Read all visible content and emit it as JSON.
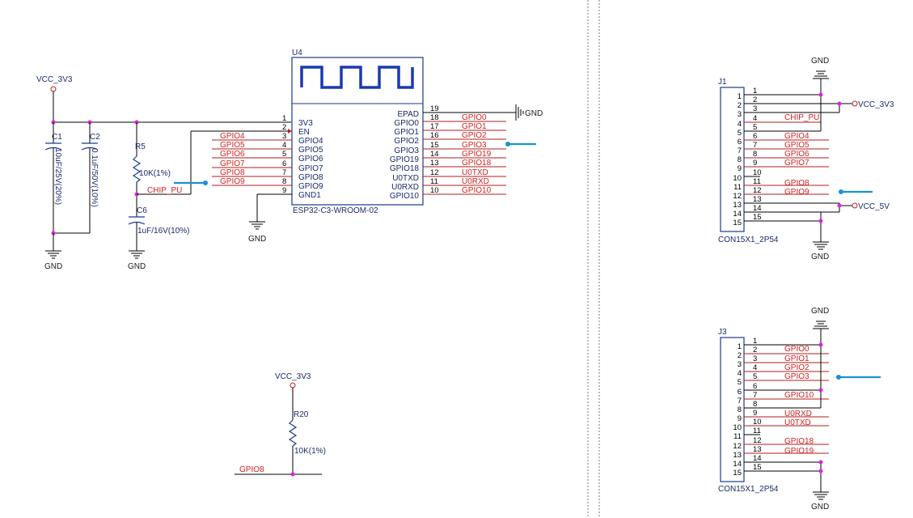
{
  "module": {
    "ref": "U4",
    "name": "ESP32-C3-WROOM-02",
    "left_pins": [
      {
        "num": "1",
        "name": "3V3",
        "net": ""
      },
      {
        "num": "2",
        "name": "EN",
        "net": ""
      },
      {
        "num": "3",
        "name": "GPIO4",
        "net": "GPIO4"
      },
      {
        "num": "4",
        "name": "GPIO5",
        "net": "GPIO5"
      },
      {
        "num": "5",
        "name": "GPIO6",
        "net": "GPIO6"
      },
      {
        "num": "6",
        "name": "GPIO7",
        "net": "GPIO7"
      },
      {
        "num": "7",
        "name": "GPIO8",
        "net": "GPIO8"
      },
      {
        "num": "8",
        "name": "GPIO9",
        "net": "GPIO9"
      },
      {
        "num": "9",
        "name": "GND1",
        "net": ""
      }
    ],
    "right_pins": [
      {
        "num": "19",
        "name": "EPAD",
        "net": ""
      },
      {
        "num": "18",
        "name": "GPIO0",
        "net": "GPIO0"
      },
      {
        "num": "17",
        "name": "GPIO1",
        "net": "GPIO1"
      },
      {
        "num": "16",
        "name": "GPIO2",
        "net": "GPIO2"
      },
      {
        "num": "15",
        "name": "GPIO3",
        "net": "GPIO3"
      },
      {
        "num": "14",
        "name": "GPIO19",
        "net": "GPIO19"
      },
      {
        "num": "13",
        "name": "GPIO18",
        "net": "GPIO18"
      },
      {
        "num": "12",
        "name": "U0TXD",
        "net": "U0TXD"
      },
      {
        "num": "11",
        "name": "U0RXD",
        "net": "U0RXD"
      },
      {
        "num": "10",
        "name": "GPIO10",
        "net": "GPIO10"
      }
    ]
  },
  "power": {
    "vcc33": "VCC_3V3",
    "vcc5": "VCC_5V",
    "gnd": "GND",
    "chip_pu": "CHIP_PU",
    "gpio8": "GPIO8"
  },
  "components": {
    "c1_ref": "C1",
    "c1_val": "10uF/25V(20%)",
    "c2_ref": "C2",
    "c2_val": "0.1uF/50V(10%)",
    "r5_ref": "R5",
    "r5_val": "10K(1%)",
    "c6_ref": "C6",
    "c6_val": "1uF/16V(10%)",
    "r20_ref": "R20",
    "r20_val": "10K(1%)"
  },
  "j1": {
    "ref": "J1",
    "name": "CON15X1_2P54",
    "pins": [
      {
        "num": "1",
        "net": ""
      },
      {
        "num": "2",
        "net": ""
      },
      {
        "num": "3",
        "net": ""
      },
      {
        "num": "4",
        "net": "CHIP_PU"
      },
      {
        "num": "5",
        "net": ""
      },
      {
        "num": "6",
        "net": "GPIO4"
      },
      {
        "num": "7",
        "net": "GPIO5"
      },
      {
        "num": "8",
        "net": "GPIO6"
      },
      {
        "num": "9",
        "net": "GPIO7"
      },
      {
        "num": "10",
        "net": ""
      },
      {
        "num": "11",
        "net": "GPIO8"
      },
      {
        "num": "12",
        "net": "GPIO9"
      },
      {
        "num": "13",
        "net": ""
      },
      {
        "num": "14",
        "net": ""
      },
      {
        "num": "15",
        "net": ""
      }
    ]
  },
  "j3": {
    "ref": "J3",
    "name": "CON15X1_2P54",
    "pins": [
      {
        "num": "1",
        "net": ""
      },
      {
        "num": "2",
        "net": "GPIO0"
      },
      {
        "num": "3",
        "net": "GPIO1"
      },
      {
        "num": "4",
        "net": "GPIO2"
      },
      {
        "num": "5",
        "net": "GPIO3"
      },
      {
        "num": "6",
        "net": ""
      },
      {
        "num": "7",
        "net": "GPIO10"
      },
      {
        "num": "8",
        "net": ""
      },
      {
        "num": "9",
        "net": "U0RXD"
      },
      {
        "num": "10",
        "net": "U0TXD"
      },
      {
        "num": "11",
        "net": ""
      },
      {
        "num": "12",
        "net": "GPIO18"
      },
      {
        "num": "13",
        "net": "GPIO19"
      },
      {
        "num": "14",
        "net": ""
      },
      {
        "num": "15",
        "net": ""
      }
    ]
  }
}
